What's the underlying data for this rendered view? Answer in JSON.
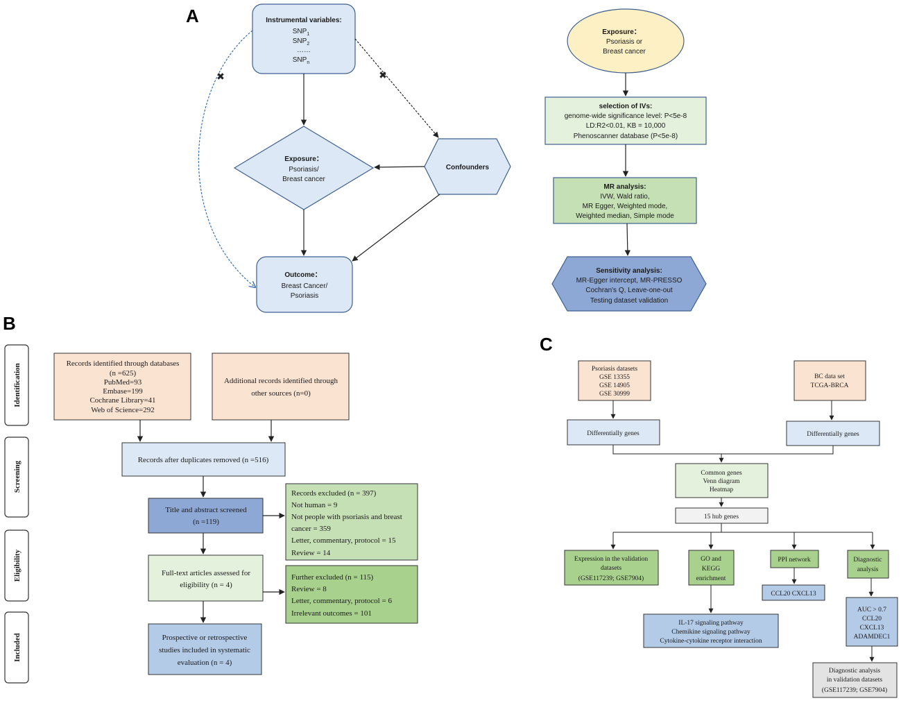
{
  "colors": {
    "light_blue": "#dce8f5",
    "mid_blue": "#8ea8d6",
    "peach": "#fbe3d2",
    "light_green": "#e4f1dc",
    "mid_green": "#c5e0b4",
    "green": "#a9d18e",
    "yellow": "#fdf0c4",
    "grey": "#e3e3e3",
    "border": "#444444"
  },
  "panels": {
    "a": "A",
    "b": "B",
    "c": "C"
  },
  "panel_a": {
    "instrumental": {
      "title": "Instrumental variables:",
      "snp1": "SNP",
      "snp1_sub": "1",
      "snp2": "SNP",
      "snp2_sub": "2",
      "dots": "……",
      "snpn": "SNP",
      "snpn_sub": "n"
    },
    "exposure": {
      "title": "Exposure：",
      "line1": "Psoriasis/",
      "line2": "Breast cancer"
    },
    "confounders": "Confounders",
    "outcome": {
      "title": "Outcome：",
      "line1": "Breast Cancer/",
      "line2": "Psoriasis"
    },
    "cross_mark": "✖"
  },
  "panel_a_flow": {
    "exposure": {
      "title": "Exposure：",
      "line1": "Psoriasis or",
      "line2": "Breast cancer"
    },
    "selection": {
      "title": "selection of IVs:",
      "line1": "genome-wide significance level: P<5e-8",
      "line2": "LD:R2<0.01, KB = 10,000",
      "line3": "Phenoscanner database (P<5e-8)"
    },
    "mr": {
      "title": "MR analysis:",
      "line1": "IVW, Wald ratio,",
      "line2": "MR Egger, Weighted mode,",
      "line3": "Weighted median, Simple mode"
    },
    "sensitivity": {
      "title": "Sensitivity analysis:",
      "line1": "MR-Egger intercept, MR-PRESSO",
      "line2": "Cochran's Q, Leave-one-out",
      "line3": "Testing dataset validation"
    }
  },
  "panel_b": {
    "stages": [
      "Identification",
      "Screening",
      "Eligibility",
      "Included"
    ],
    "records_db": [
      "Records identified through databases",
      "(n =625)",
      "PubMed=93",
      "Embase=199",
      "Cochrane Library=41",
      "Web of Science=292"
    ],
    "additional": [
      "Additional records identified through",
      "other sources (n=0)"
    ],
    "after_dup": "Records after duplicates removed (n =516)",
    "title_abstract": [
      "Title and abstract screened",
      "(n =119)"
    ],
    "excluded": [
      "Records excluded (n = 397)",
      "Not human = 9",
      "Not people with psoriasis and breast",
      "cancer = 359",
      "Letter, commentary, protocol = 15",
      "Review = 14"
    ],
    "fulltext": [
      "Full-text articles assessed for",
      "eligibility (n = 4)"
    ],
    "further": [
      "Further excluded (n = 115)",
      "Review = 8",
      "Letter, commentary, protocol = 6",
      "Irrelevant outcomes = 101"
    ],
    "included": [
      "Prospective or retrospective",
      "studies included in systematic",
      "evaluation (n = 4)"
    ]
  },
  "panel_c": {
    "psoriasis": [
      "Psoriasis datasets",
      "GSE 13355",
      "GSE 14905",
      "GSE 30999"
    ],
    "bc": [
      "BC data set",
      "TCGA-BRCA"
    ],
    "diff1": "Differentially genes",
    "diff2": "Differentially genes",
    "common": [
      "Common genes",
      "Venn diagram",
      "Heatmap"
    ],
    "hub": "15 hub genes",
    "expression": [
      "Expression in the validation",
      "datasets",
      "(GSE117239; GSE7904)"
    ],
    "gokegg": [
      "GO and",
      "KEGG",
      "enrichment"
    ],
    "ppi": "PPI network",
    "diagnostic": [
      "Diagnostic",
      "analysis"
    ],
    "ccl": "CCL20 CXCL13",
    "pathways": [
      "IL-17 signaling pathway",
      "Chemikine signaling pathway",
      "Cytokine-cytokine receptor interaction"
    ],
    "auc": [
      "AUC > 0.7",
      "CCL20",
      "CXCL13",
      "ADAMDEC1"
    ],
    "validation": [
      "Diagnostic analysis",
      "in validation datasets",
      "(GSE117239; GSE7904)"
    ]
  }
}
